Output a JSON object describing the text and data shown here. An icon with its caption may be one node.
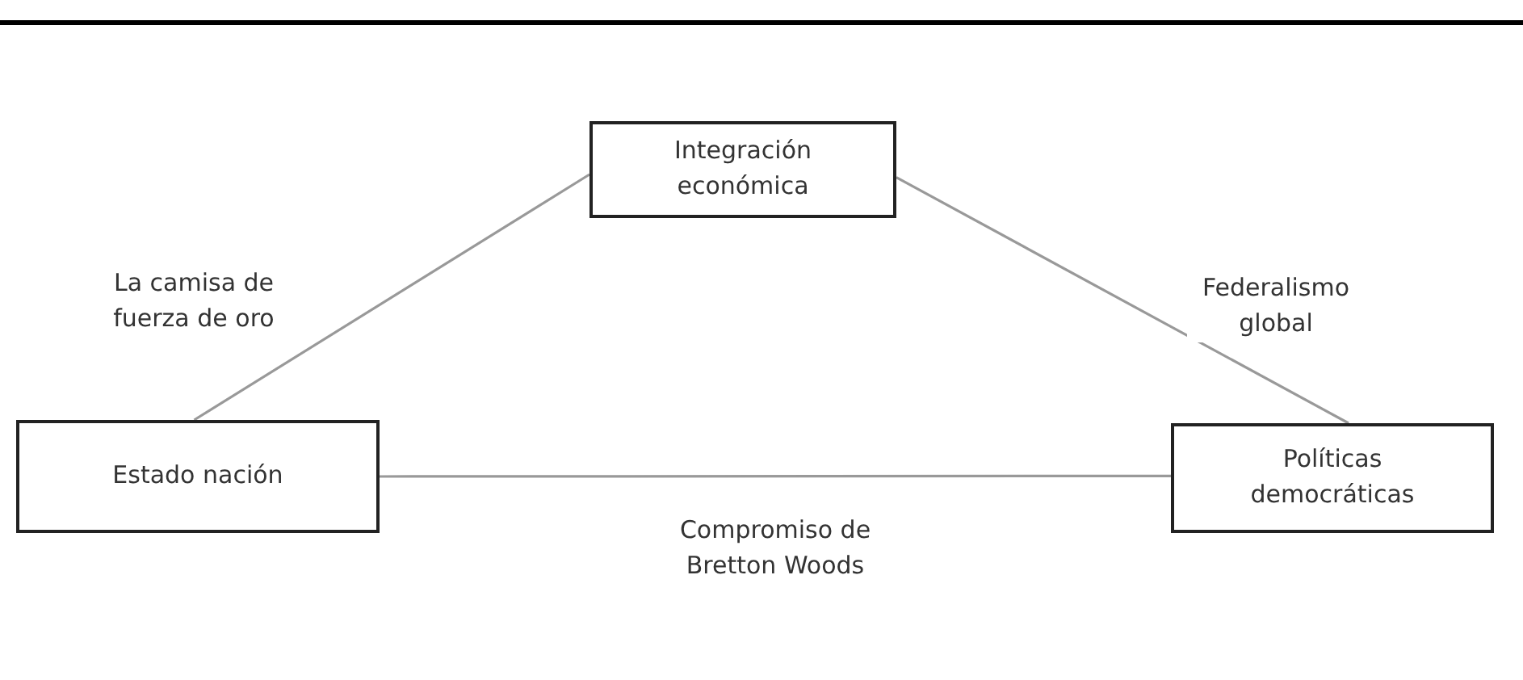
{
  "diagram": {
    "nodes": [
      {
        "text": [
          "Integración económica"
        ]
      },
      {
        "text": [
          "Estado nación"
        ]
      },
      {
        "text": [
          "Políticas democráticas"
        ]
      }
    ],
    "edges": [
      {
        "from": 1,
        "to": 0,
        "arrow": "none",
        "label": "La camisa de fuerza de oro"
      },
      {
        "from": 0,
        "to": 2,
        "arrow": "none",
        "label": "Federalismo global"
      },
      {
        "from": 1,
        "to": 2,
        "arrow": "none",
        "label": "Compromiso de Bretton Woods"
      }
    ]
  }
}
